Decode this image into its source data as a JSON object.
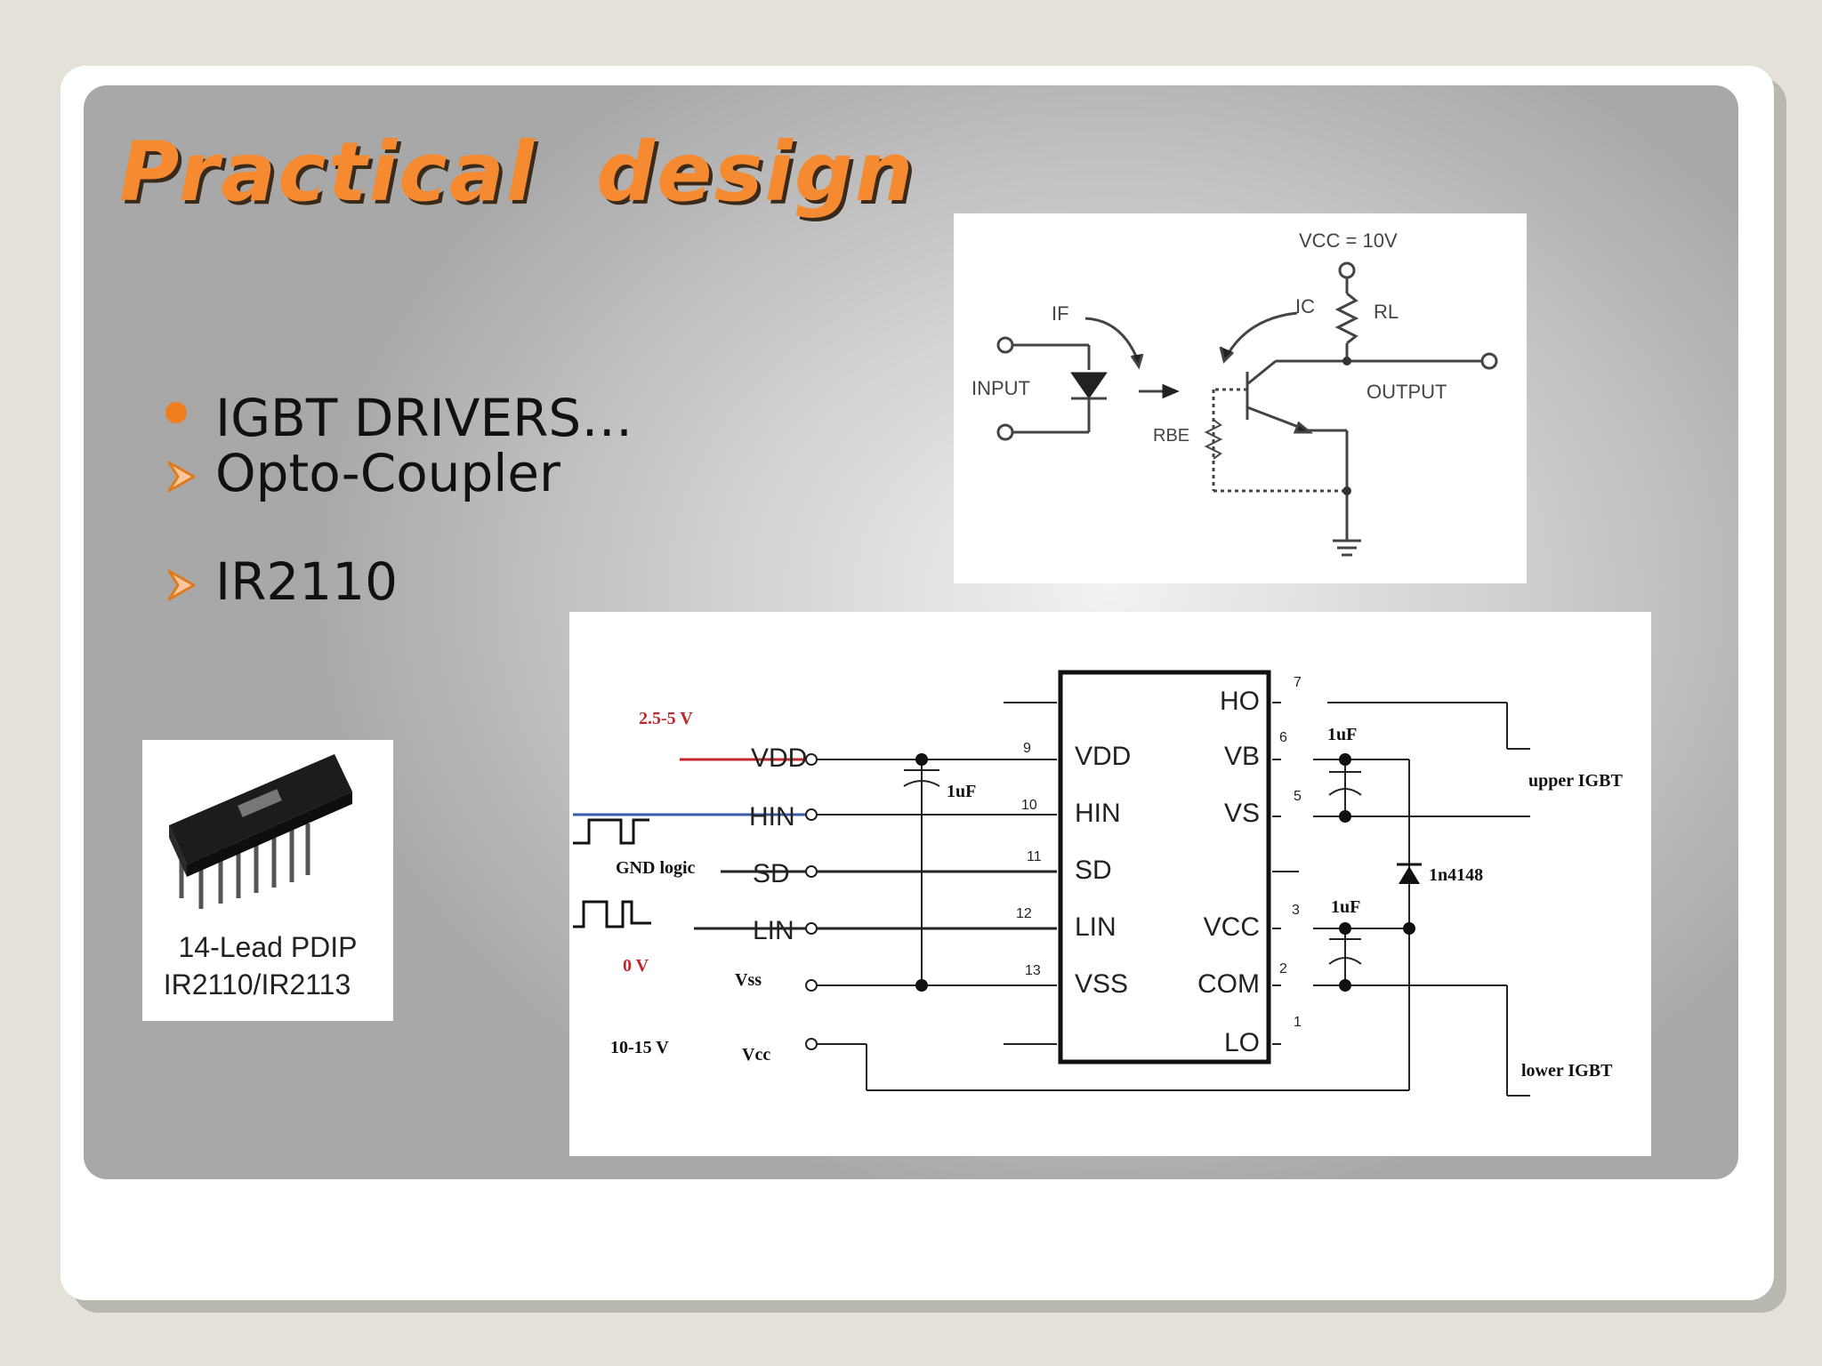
{
  "slide": {
    "title": "Practical  design",
    "bullets": [
      {
        "marker": "dot",
        "text": "IGBT DRIVERS…"
      },
      {
        "marker": "arrow",
        "text": "Opto-Coupler"
      },
      {
        "marker": "arrow",
        "text": "IR2110"
      }
    ]
  },
  "optocoupler": {
    "vcc_label": "VCC = 10V",
    "if_label": "IF",
    "ic_label": "IC",
    "rl_label": "RL",
    "rbe_label": "RBE",
    "input_label": "INPUT",
    "output_label": "OUTPUT"
  },
  "chip_photo": {
    "line1": "14-Lead PDIP",
    "line2": "IR2110/IR2113"
  },
  "ir2110": {
    "left_labels": {
      "v25": "2.5-5 V",
      "gnd_logic": "GND logic",
      "zero_v": "0 V",
      "v1015": "10-15 V",
      "vss": "Vss",
      "vcc": "Vcc"
    },
    "input_pins": [
      "VDD",
      "HIN",
      "SD",
      "LIN"
    ],
    "ic_left_pins": [
      "VDD",
      "HIN",
      "SD",
      "LIN",
      "VSS"
    ],
    "ic_right_pins": [
      "HO",
      "VB",
      "VS",
      "VCC",
      "COM",
      "LO"
    ],
    "pin_numbers": [
      "9",
      "10",
      "11",
      "12",
      "13",
      "7",
      "6",
      "5",
      "3",
      "2",
      "1"
    ],
    "cap_label": "1uF",
    "diode_label": "1n4148",
    "upper_igbt": "upper IGBT",
    "lower_igbt": "lower IGBT",
    "colors": {
      "vdd_wire": "#c0282c",
      "hin_wire": "#3a5aa8",
      "label_red": "#c0282c"
    }
  }
}
